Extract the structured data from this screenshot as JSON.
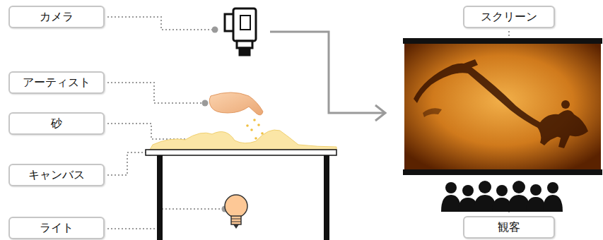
{
  "diagram": {
    "nodes": [
      {
        "text": [
          "カメラ"
        ]
      },
      {
        "text": [
          "アーティスト"
        ]
      },
      {
        "text": [
          "砂"
        ]
      },
      {
        "text": [
          "キャンバス"
        ]
      },
      {
        "text": [
          "ライト"
        ]
      },
      {
        "text": [
          "スクリーン"
        ]
      },
      {
        "text": [
          "観客"
        ]
      }
    ]
  }
}
